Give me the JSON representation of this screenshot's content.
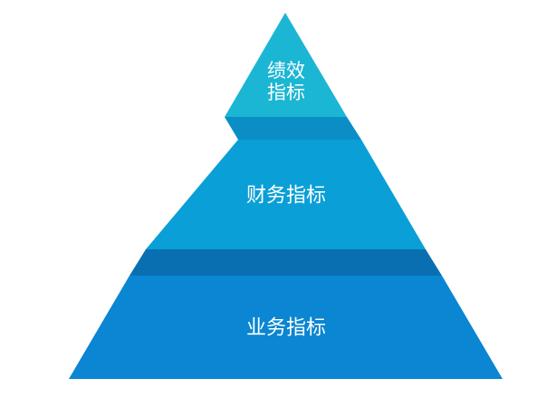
{
  "pyramid": {
    "tiers": [
      {
        "lines": [
          "绩效",
          "指标"
        ],
        "color": "#1bb6d3"
      },
      {
        "lines": [
          "财务指标"
        ],
        "color": "#0a9fd6"
      },
      {
        "lines": [
          "业务指标"
        ],
        "color": "#0a86d2"
      }
    ],
    "connector_colors": {
      "upper": "#0b8ec6",
      "lower": "#0a6fb0"
    }
  }
}
